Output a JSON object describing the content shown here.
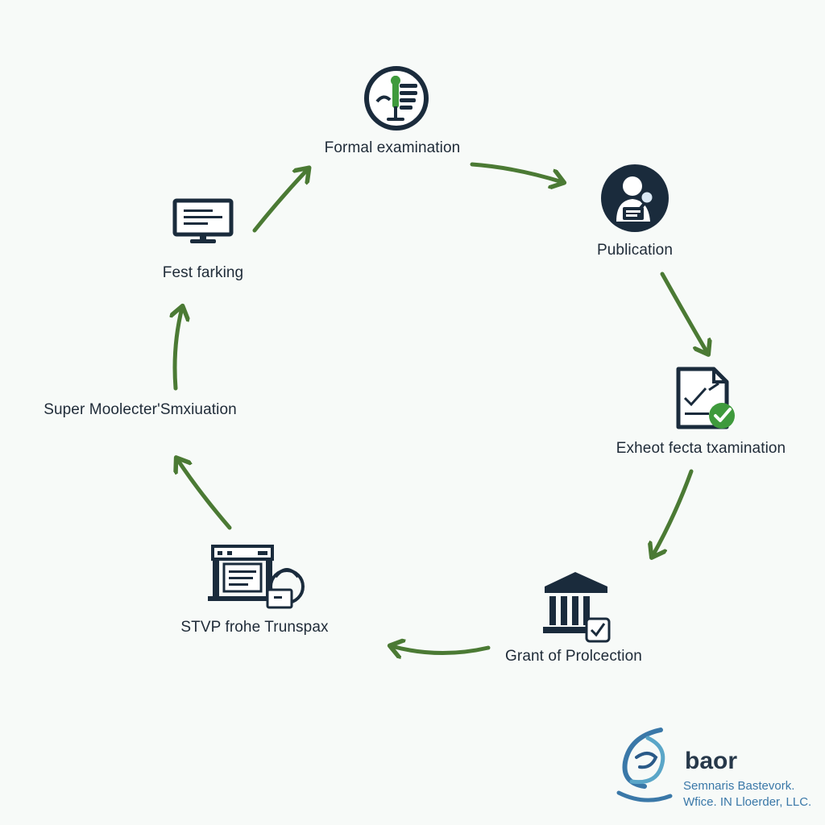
{
  "diagram": {
    "steps": [
      {
        "id": "formal",
        "label": "Formal examination",
        "icon": "gavel-document-icon"
      },
      {
        "id": "publication",
        "label": "Publication",
        "icon": "person-magnifier-icon"
      },
      {
        "id": "exam",
        "label": "Exheot fecta txamination",
        "icon": "document-check-icon"
      },
      {
        "id": "grant",
        "label": "Grant of Prolcection",
        "icon": "courthouse-check-icon"
      },
      {
        "id": "stvp",
        "label": "STVP frohe Trunspax",
        "icon": "printer-lock-icon"
      },
      {
        "id": "super",
        "label": "Super Moolecter'Smxiuation",
        "icon": ""
      },
      {
        "id": "fest",
        "label": "Fest farking",
        "icon": "computer-monitor-icon"
      }
    ],
    "arrow_color": "#4b7a34",
    "icon_color": "#1a2b3c",
    "accent_color": "#3f9a3c"
  },
  "logo": {
    "name": "baor",
    "line1": "Semnaris Bastevork.",
    "line2": "Wfice. IN Lloerder, LLC.",
    "icon": "swirl-logo-icon"
  }
}
